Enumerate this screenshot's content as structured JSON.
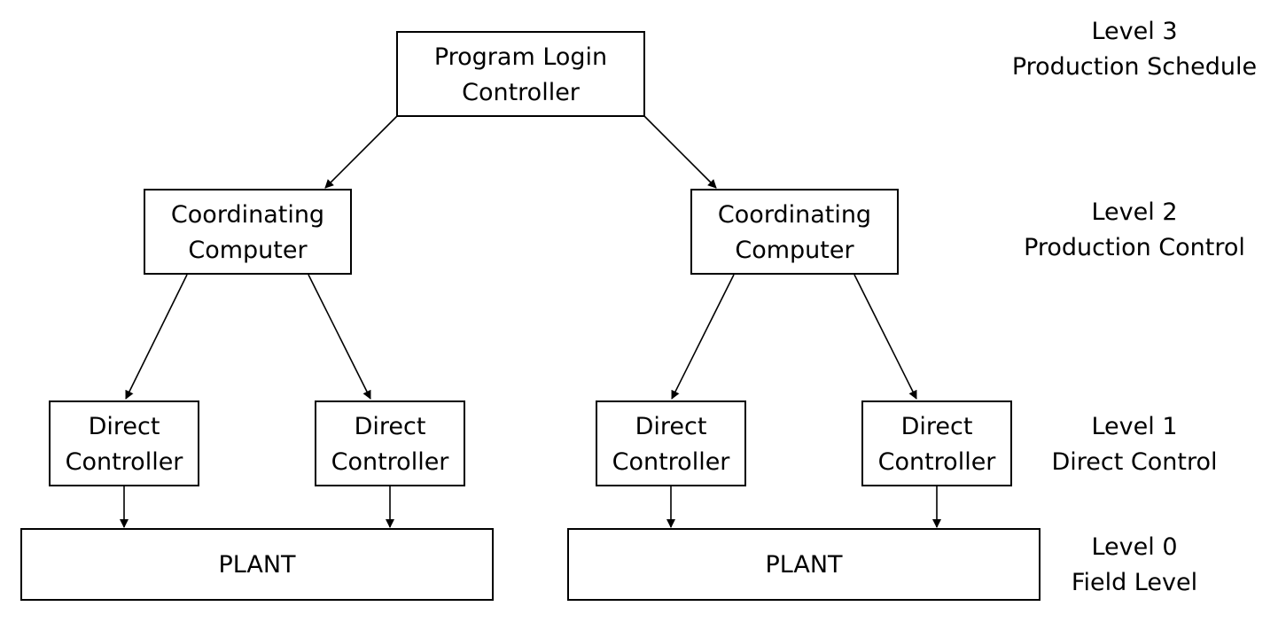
{
  "nodes": {
    "program_login_controller": {
      "line1": "Program Login",
      "line2": "Controller"
    },
    "coordinating_computer_left": {
      "line1": "Coordinating",
      "line2": "Computer"
    },
    "coordinating_computer_right": {
      "line1": "Coordinating",
      "line2": "Computer"
    },
    "direct_controller_1": {
      "line1": "Direct",
      "line2": "Controller"
    },
    "direct_controller_2": {
      "line1": "Direct",
      "line2": "Controller"
    },
    "direct_controller_3": {
      "line1": "Direct",
      "line2": "Controller"
    },
    "direct_controller_4": {
      "line1": "Direct",
      "line2": "Controller"
    },
    "plant_left": {
      "label": "PLANT"
    },
    "plant_right": {
      "label": "PLANT"
    }
  },
  "levels": {
    "level_3": {
      "line1": "Level 3",
      "line2": "Production Schedule"
    },
    "level_2": {
      "line1": "Level 2",
      "line2": "Production Control"
    },
    "level_1": {
      "line1": "Level 1",
      "line2": "Direct Control"
    },
    "level_0": {
      "line1": "Level 0",
      "line2": "Field Level"
    }
  },
  "edges": [
    {
      "from": "program_login_controller",
      "to": "coordinating_computer_left"
    },
    {
      "from": "program_login_controller",
      "to": "coordinating_computer_right"
    },
    {
      "from": "coordinating_computer_left",
      "to": "direct_controller_1"
    },
    {
      "from": "coordinating_computer_left",
      "to": "direct_controller_2"
    },
    {
      "from": "coordinating_computer_right",
      "to": "direct_controller_3"
    },
    {
      "from": "coordinating_computer_right",
      "to": "direct_controller_4"
    },
    {
      "from": "direct_controller_1",
      "to": "plant_left"
    },
    {
      "from": "direct_controller_2",
      "to": "plant_left"
    },
    {
      "from": "direct_controller_3",
      "to": "plant_right"
    },
    {
      "from": "direct_controller_4",
      "to": "plant_right"
    }
  ]
}
